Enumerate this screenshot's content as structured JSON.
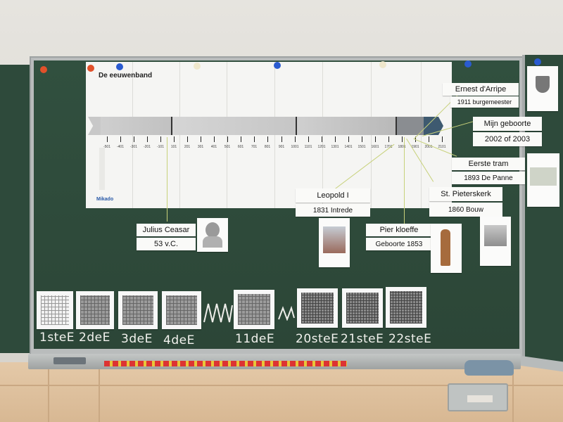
{
  "poster": {
    "title": "De eeuwenband",
    "brand": "Mikado",
    "centuries": [
      "-501",
      "-401",
      "-301",
      "-201",
      "-101",
      "101",
      "201",
      "301",
      "401",
      "501",
      "601",
      "701",
      "801",
      "901",
      "1001",
      "1101",
      "1201",
      "1301",
      "1401",
      "1501",
      "1601",
      "1701",
      "1801",
      "1901",
      "2001",
      "2101"
    ]
  },
  "labels": {
    "ernest": {
      "name": "Ernest d'Arripe",
      "detail": "1911 burgemeester"
    },
    "birth": {
      "name": "Mijn geboorte",
      "detail": "2002 of 2003"
    },
    "tram": {
      "name": "Eerste tram",
      "detail": "1893 De Panne"
    },
    "pieterskerk": {
      "name": "St. Pieterskerk",
      "detail": "1860 Bouw"
    },
    "leopold": {
      "name": "Leopold I",
      "detail": "1831 Intrede"
    },
    "pier": {
      "name": "Pier kloeffe",
      "detail": "Geboorte 1853"
    },
    "caesar": {
      "name": "Julius Ceasar",
      "detail": "53 v.C."
    }
  },
  "chalk_labels": [
    "1steE",
    "2deE",
    "3deE",
    "4deE",
    "11deE",
    "20steE",
    "21steE",
    "22steE"
  ],
  "colors": {
    "board": "#2f4a3c",
    "magnet_red": "#e2512a",
    "magnet_blue": "#2a5bd0",
    "magnet_cream": "#efe7cc",
    "band_dark": "#3e5a70",
    "string": "#c7d17a"
  }
}
